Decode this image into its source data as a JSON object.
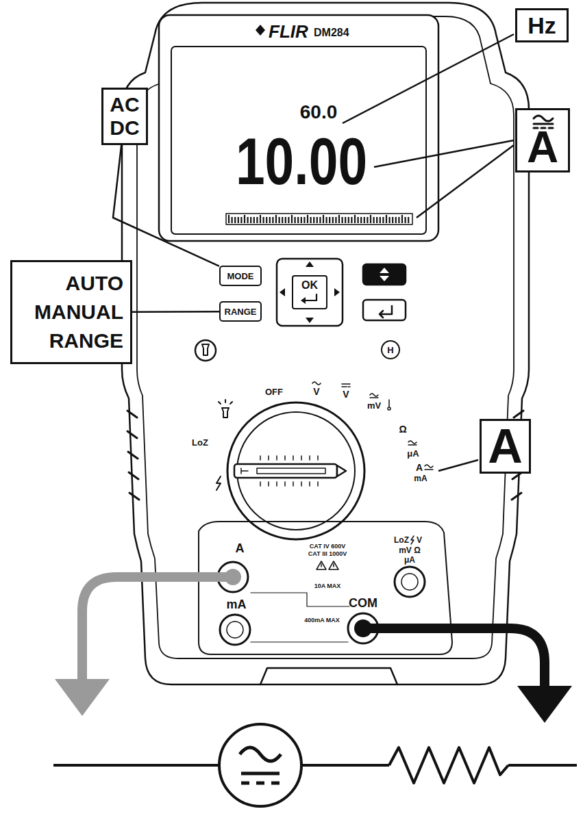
{
  "diagram": {
    "nodes": [
      {
        "text": [
          "Hz"
        ]
      },
      {
        "text": [
          "AC DC"
        ]
      },
      {
        "text": [
          "A"
        ]
      },
      {
        "text": [
          "AUTO MANUAL RANGE"
        ]
      },
      {
        "text": [
          "MODE"
        ]
      },
      {
        "text": [
          "OK"
        ]
      },
      {
        "text": [
          "RANGE"
        ]
      },
      {
        "text": [
          "H"
        ]
      },
      {
        "text": [
          "A"
        ]
      }
    ],
    "edges": [
      {
        "from": 1,
        "to": 4,
        "arrow": "none"
      },
      {
        "from": 3,
        "to": 6,
        "arrow": "none"
      }
    ],
    "labels": [
      "FLIR",
      "DM284",
      "60.0",
      "10.00",
      "OFF",
      "V",
      "V",
      "mV",
      "Ω",
      "μA",
      "A",
      "mA",
      "LoZ",
      "A",
      "CAT IV 600V",
      "CAT III 1000V",
      "LoZ",
      "V",
      "mV Ω",
      "μA",
      "10A MAX",
      "mA",
      "COM",
      "400mA MAX"
    ]
  }
}
